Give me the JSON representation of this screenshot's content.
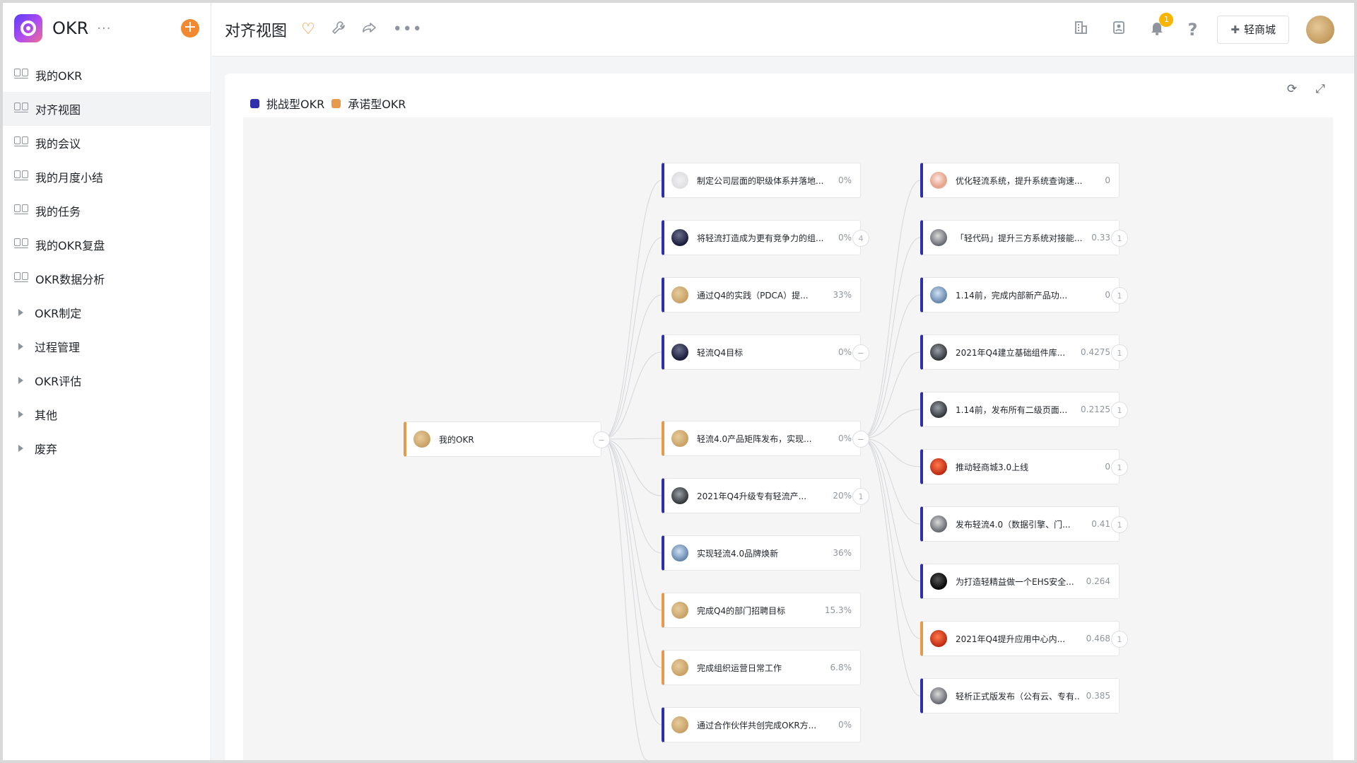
{
  "app": {
    "name": "OKR",
    "more": "···",
    "add": "+"
  },
  "sidebar": {
    "items": [
      {
        "label": "我的OKR",
        "type": "page"
      },
      {
        "label": "对齐视图",
        "type": "page",
        "active": true
      },
      {
        "label": "我的会议",
        "type": "page"
      },
      {
        "label": "我的月度小结",
        "type": "page"
      },
      {
        "label": "我的任务",
        "type": "page"
      },
      {
        "label": "我的OKR复盘",
        "type": "page"
      },
      {
        "label": "OKR数据分析",
        "type": "page"
      },
      {
        "label": "OKR制定",
        "type": "group"
      },
      {
        "label": "过程管理",
        "type": "group"
      },
      {
        "label": "OKR评估",
        "type": "group"
      },
      {
        "label": "其他",
        "type": "group"
      },
      {
        "label": "废弃",
        "type": "group"
      }
    ]
  },
  "header": {
    "title": "对齐视图",
    "notification_count": "1",
    "mall_label": "轻商城"
  },
  "legend": [
    {
      "label": "挑战型OKR",
      "color": "#2f2fa9"
    },
    {
      "label": "承诺型OKR",
      "color": "#e89a4c"
    }
  ],
  "tree": {
    "root": {
      "title": "我的OKR",
      "type": "commit",
      "avatar": "gold",
      "toggle": "−"
    },
    "level1": [
      {
        "title": "制定公司层面的职级体系并落地...",
        "pct": "0%",
        "type": "challenge",
        "avatar": "gray"
      },
      {
        "title": "将轻流打造成为更有竞争力的组...",
        "pct": "0%",
        "type": "challenge",
        "avatar": "dark",
        "toggle": "4"
      },
      {
        "title": "通过Q4的实践（PDCA）提...",
        "pct": "33%",
        "type": "challenge",
        "avatar": "gold"
      },
      {
        "title": "轻流Q4目标",
        "pct": "0%",
        "type": "challenge",
        "avatar": "dark",
        "toggle": "−"
      },
      {
        "title": "轻流4.0产品矩阵发布，实现...",
        "pct": "0%",
        "type": "commit",
        "avatar": "gold",
        "toggle": "−"
      },
      {
        "title": "2021年Q4升级专有轻流产...",
        "pct": "20%",
        "type": "challenge",
        "avatar": "dark2",
        "toggle": "1"
      },
      {
        "title": "实现轻流4.0品牌焕新",
        "pct": "36%",
        "type": "challenge",
        "avatar": "blue"
      },
      {
        "title": "完成Q4的部门招聘目标",
        "pct": "15.3%",
        "type": "commit",
        "avatar": "gold"
      },
      {
        "title": "完成组织运营日常工作",
        "pct": "6.8%",
        "type": "commit",
        "avatar": "gold"
      },
      {
        "title": "通过合作伙伴共创完成OKR方...",
        "pct": "0%",
        "type": "challenge",
        "avatar": "gold"
      }
    ],
    "level2": [
      {
        "title": "优化轻流系统，提升系统查询速...",
        "pct": "0",
        "type": "challenge",
        "avatar": "light"
      },
      {
        "title": "「轻代码」提升三方系统对接能...",
        "pct": "0.33",
        "type": "challenge",
        "avatar": "mix",
        "toggle": "1"
      },
      {
        "title": "1.14前，完成内部新产品功...",
        "pct": "0",
        "type": "challenge",
        "avatar": "blue",
        "toggle": "1"
      },
      {
        "title": "2021年Q4建立基础组件库...",
        "pct": "0.4275",
        "type": "challenge",
        "avatar": "dark2",
        "toggle": "1"
      },
      {
        "title": "1.14前，发布所有二级页面...",
        "pct": "0.2125",
        "type": "challenge",
        "avatar": "dark2",
        "toggle": "1"
      },
      {
        "title": "推动轻商城3.0上线",
        "pct": "0",
        "type": "challenge",
        "avatar": "red",
        "toggle": "1"
      },
      {
        "title": "发布轻流4.0（数据引擎、门...",
        "pct": "0.41",
        "type": "challenge",
        "avatar": "mix",
        "toggle": "1"
      },
      {
        "title": "为打造轻精益做一个EHS安全...",
        "pct": "0.264",
        "type": "challenge",
        "avatar": "black"
      },
      {
        "title": "2021年Q4提升应用中心内...",
        "pct": "0.468",
        "type": "commit",
        "avatar": "red",
        "toggle": "1"
      },
      {
        "title": "轻析正式版发布（公有云、专有...",
        "pct": "0.385",
        "type": "challenge",
        "avatar": "mix"
      }
    ]
  }
}
